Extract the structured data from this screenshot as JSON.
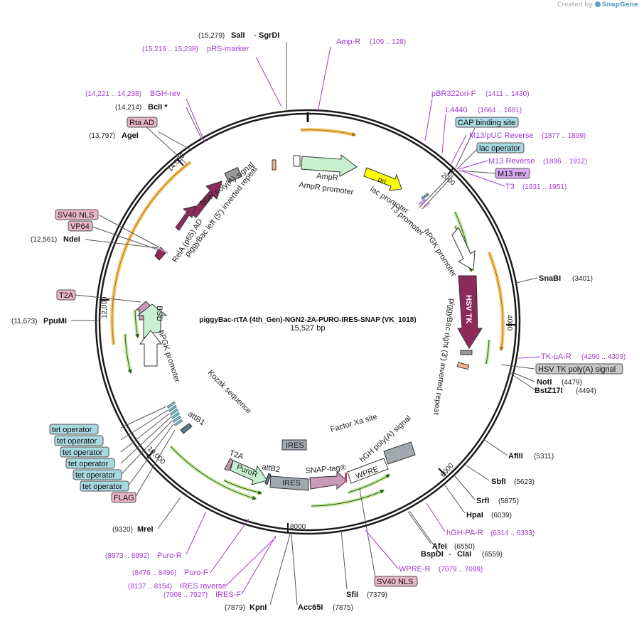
{
  "app": {
    "created_by": "Created by",
    "brand": "SnapGene"
  },
  "plasmid": {
    "name": "piggyBac-rtTA (4th_Gen)-NGN2-2A-PURO-IRES-SNAP (VK_1018)",
    "size_label": "15,527 bp"
  },
  "ticks": [
    "2000",
    "4000",
    "6000",
    "8000",
    "10,000",
    "12,000",
    "14,000"
  ],
  "sites": [
    {
      "name": "SalI",
      "name2": "SgrDI",
      "coord": "(15,279)"
    },
    {
      "name": "BclI *",
      "coord": "(14,214)"
    },
    {
      "name": "AgeI",
      "coord": "(13,797)"
    },
    {
      "name": "NdeI",
      "coord": "(12,561)"
    },
    {
      "name": "PpuMI",
      "coord": "(11,673)"
    },
    {
      "name": "MreI",
      "coord": "(9320)"
    },
    {
      "name": "KpnI",
      "coord": "(7879)"
    },
    {
      "name": "Acc65I",
      "coord": "(7875)"
    },
    {
      "name": "SfiI",
      "coord": "(7379)"
    },
    {
      "name": "AfeI",
      "coord": "(6550)"
    },
    {
      "name": "BspDI",
      "name2": "ClaI",
      "coord": "(6559)"
    },
    {
      "name": "HpaI",
      "coord": "(6039)"
    },
    {
      "name": "SrfI",
      "coord": "(5875)"
    },
    {
      "name": "SbfI",
      "coord": "(5623)"
    },
    {
      "name": "AflII",
      "coord": "(5311)"
    },
    {
      "name": "NotI",
      "coord": "(4479)"
    },
    {
      "name": "BstZ17I",
      "coord": "(4494)"
    },
    {
      "name": "SnaBI",
      "coord": "(3401)"
    }
  ],
  "primers": [
    {
      "name": "pRS-marker",
      "coord": "(15,219 .. 15,238)"
    },
    {
      "name": "Amp-R",
      "coord": "(109 .. 128)"
    },
    {
      "name": "BGH-rev",
      "coord": "(14,221 .. 14,238)"
    },
    {
      "name": "pBR322ori-F",
      "coord": "(1411 .. 1430)"
    },
    {
      "name": "L4440",
      "coord": "(1664 .. 1681)"
    },
    {
      "name": "M13/pUC Reverse",
      "coord": "(1877 .. 1899)"
    },
    {
      "name": "M13 Reverse",
      "coord": "(1896 .. 1912)"
    },
    {
      "name": "T3",
      "coord": "(1931 .. 1951)"
    },
    {
      "name": "TK-pA-R",
      "coord": "(4290 .. 4309)"
    },
    {
      "name": "hGH-PA-R",
      "coord": "(6314 .. 6333)"
    },
    {
      "name": "WPRE-R",
      "coord": "(7079 .. 7099)"
    },
    {
      "name": "Puro-R",
      "coord": "(8973 .. 8992)"
    },
    {
      "name": "Puro-F",
      "coord": "(8476 .. 8496)"
    },
    {
      "name": "IRES reverse",
      "coord": "(8137 .. 8154)"
    },
    {
      "name": "IRES-F",
      "coord": "(7908 .. 7927)"
    }
  ],
  "boxed_labels": {
    "rta_ad": "Rta AD",
    "cap": "CAP binding site",
    "lac_operator": "lac operator",
    "m13_rev": "M13 rev",
    "sv40_nls_left": "SV40 NLS",
    "vp64": "VP64",
    "t2a_left": "T2A",
    "hsv_tk_polya": "HSV TK poly(A) signal",
    "tet_operator": "tet operator",
    "flag": "FLAG",
    "sv40_nls_bottom": "SV40 NLS"
  },
  "features": {
    "ampr": "AmpR",
    "ampr_promoter": "AmpR promoter",
    "ori": "ori",
    "lac_promoter": "lac promoter",
    "t3_promoter": "T3 promoter",
    "hpgk_right": "hPGK promoter",
    "hsv_tk": "HSV TK",
    "pb_right": "piggyBac right (3') inverted repeat",
    "bgh_polya": "bGH poly(A) signal",
    "pb_left": "piggyBac left (5') inverted repeat",
    "rela": "RelA (p65) AD",
    "bsd": "BSD",
    "hpgk_left": "hPGK promoter",
    "kozak": "Kozak sequence",
    "attb1": "attB1",
    "factor_xa": "Factor Xa site",
    "ires_mid": "IRES",
    "hgh_polya": "hGH poly(A) signal",
    "t2a_mid": "T2A",
    "puror": "PuroR",
    "attb2": "attB2",
    "ires_bottom": "IRES",
    "snap_tag": "SNAP-tag®",
    "wpre": "WPRE"
  },
  "colors": {
    "backbone": "#1a1a1a",
    "primer": "#a43ad0",
    "orange": "#f0a830",
    "green": "#7bc043",
    "maroon": "#8e2a5a",
    "pink_box": "#e8b4c8",
    "cyan_box": "#a8d8e0",
    "purple_box": "#d8a8f0",
    "gray_box": "#c8c8c8"
  }
}
